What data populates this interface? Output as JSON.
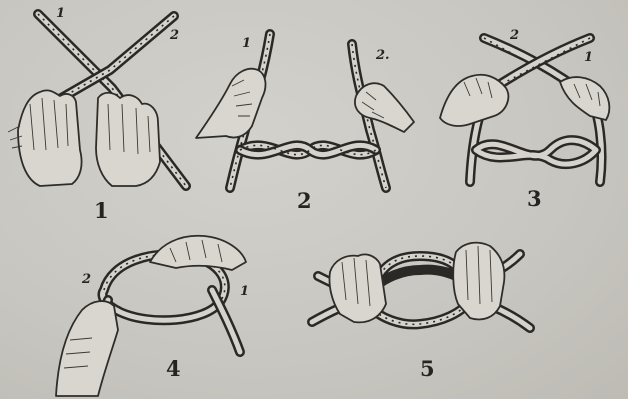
{
  "steps": [
    {
      "number": "1",
      "end_labels": [
        "1",
        "2"
      ]
    },
    {
      "number": "2",
      "end_labels": [
        "1",
        "2."
      ]
    },
    {
      "number": "3",
      "end_labels": [
        "2",
        "1"
      ]
    },
    {
      "number": "4",
      "end_labels": [
        "2",
        "1"
      ]
    },
    {
      "number": "5",
      "end_labels": []
    }
  ],
  "colors": {
    "paper": "#c9c7c1",
    "ink": "#2b2926"
  }
}
